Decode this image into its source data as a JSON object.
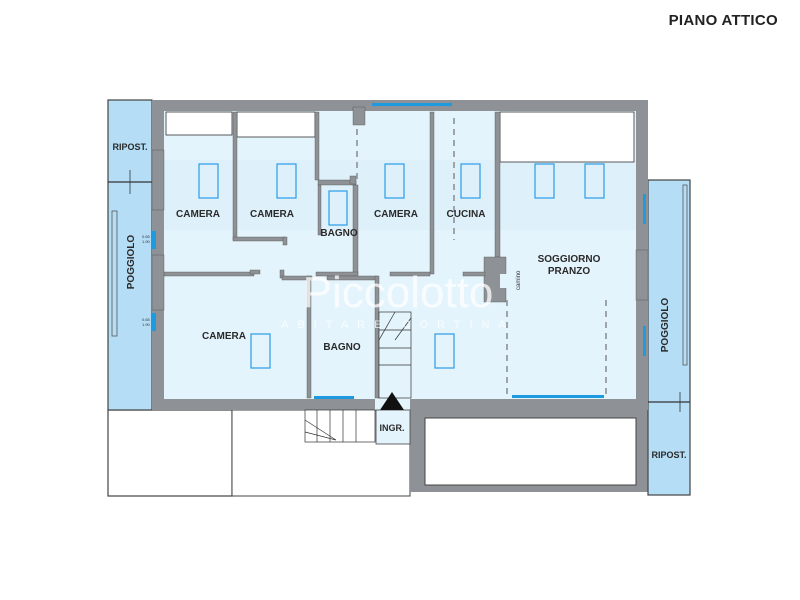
{
  "header": {
    "title": "PIANO ATTICO"
  },
  "rooms": {
    "camera_1": "CAMERA",
    "camera_2": "CAMERA",
    "bagno_1": "BAGNO",
    "camera_3": "CAMERA",
    "cucina": "CUCINA",
    "soggiorno_line1": "SOGGIORNO",
    "soggiorno_line2": "PRANZO",
    "camino": "camino",
    "camera_4": "CAMERA",
    "bagno_2": "BAGNO",
    "ingresso": "INGR.",
    "ripost_left": "RIPOST.",
    "poggiolo_left": "POGGIOLO",
    "poggiolo_right": "POGGIOLO",
    "ripost_right": "RIPOST."
  },
  "dimensions": {
    "left_window_1": [
      "0.65",
      "1.90"
    ],
    "left_window_2": [
      "0.65",
      "1.90"
    ]
  },
  "watermark": {
    "brand": "Piccolotto",
    "tagline": "ABITARE CORTINA"
  },
  "colors": {
    "wall": "#8e9195",
    "interior": "#e4f4fc",
    "balcony": "#b5def6",
    "window": "#1e9be0",
    "skylight": "#2a9be8"
  }
}
